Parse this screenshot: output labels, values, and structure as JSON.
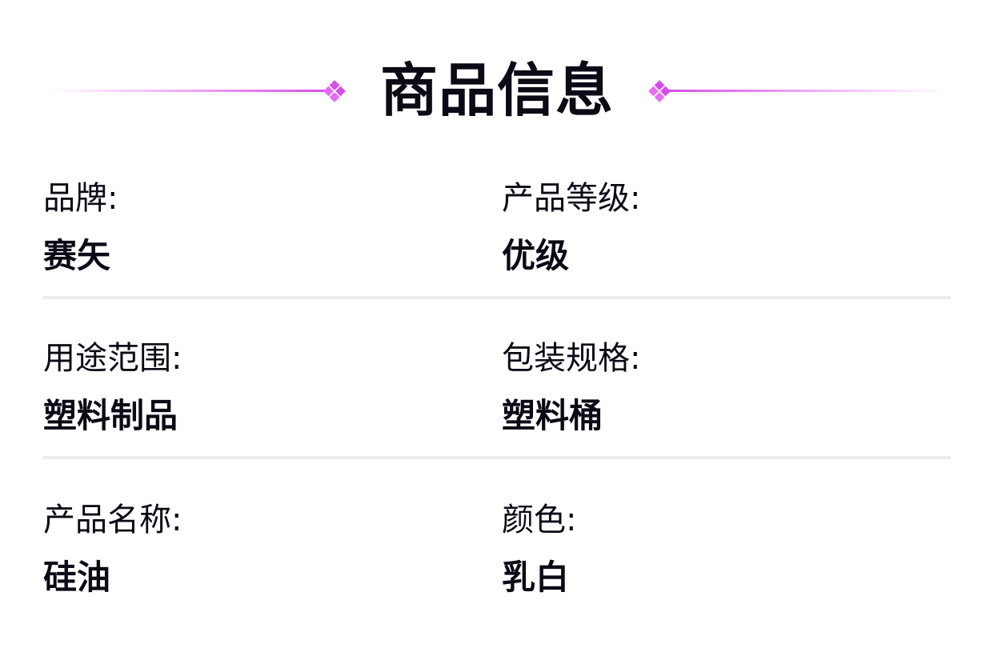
{
  "header": {
    "title": "商品信息",
    "accent_color": "#d64ee8",
    "ornament_icon": "diamond-cluster-icon"
  },
  "rows": [
    {
      "left": {
        "label": "品牌:",
        "value": "赛矢"
      },
      "right": {
        "label": "产品等级:",
        "value": "优级"
      }
    },
    {
      "left": {
        "label": "用途范围:",
        "value": "塑料制品"
      },
      "right": {
        "label": "包装规格:",
        "value": "塑料桶"
      }
    },
    {
      "left": {
        "label": "产品名称:",
        "value": "硅油"
      },
      "right": {
        "label": "颜色:",
        "value": "乳白"
      }
    }
  ],
  "colors": {
    "text": "#0b0b16",
    "divider": "#ebebeb",
    "background": "#ffffff"
  }
}
